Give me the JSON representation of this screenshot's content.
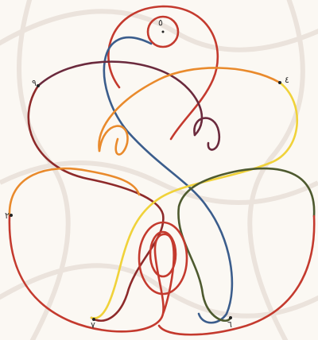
{
  "drawing": {
    "colors": {
      "background": "#fbf8f3",
      "watermark": "#ebe3dc",
      "red": "#c43a2e",
      "blue": "#3b5d8c",
      "yellow": "#f0d23a",
      "orange": "#e98a2c",
      "green": "#4e5a2f",
      "purple": "#6b2a3d",
      "dark_red": "#8e2a2a"
    },
    "markers": [
      {
        "id": "left",
        "label": "٢"
      },
      {
        "id": "upper-left",
        "label": "٩"
      },
      {
        "id": "upper-right",
        "label": "٤"
      },
      {
        "id": "bottom-left",
        "label": "٧"
      },
      {
        "id": "bottom-right",
        "label": "٦"
      },
      {
        "id": "top-center",
        "label": "٥"
      }
    ]
  }
}
